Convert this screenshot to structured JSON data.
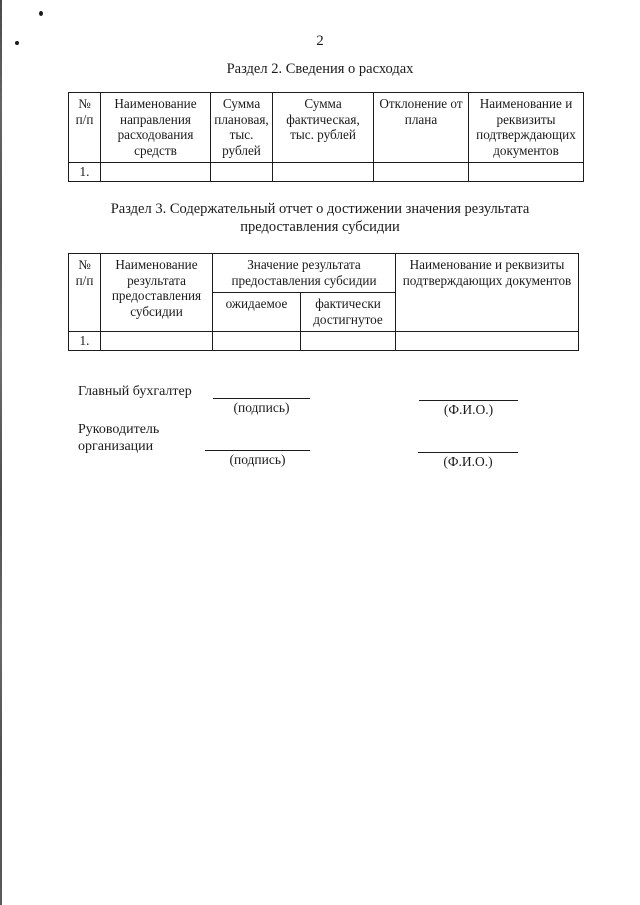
{
  "document": {
    "page_number": "2",
    "sections": {
      "section2_title": "Раздел 2. Сведения о расходах",
      "section3_title": "Раздел 3. Содержательный отчет о достижении значения результата предоставления субсидии"
    },
    "table_expenses": {
      "headers": {
        "col1": "№ п/п",
        "col1_line1": "№",
        "col1_line2": "п/п",
        "col2": "Наименование направления расходования средств",
        "col3": "Сумма плановая, тыс. рублей",
        "col4": "Сумма фактическая, тыс. рублей",
        "col5": "Отклонение от плана",
        "col6": "Наименование и реквизиты подтверждающих документов"
      },
      "rows": [
        {
          "num": "1.",
          "direction": "",
          "planned": "",
          "actual": "",
          "deviation": "",
          "documents": ""
        }
      ]
    },
    "table_results": {
      "headers": {
        "col1_line1": "№",
        "col1_line2": "п/п",
        "col2": "Наименование результата предоставления субсидии",
        "col3_group": "Значение результата предоставления субсидии",
        "col3_sub1": "ожидаемое",
        "col3_sub2": "фактически достигнутое",
        "col4": "Наименование и реквизиты подтверждающих документов"
      },
      "rows": [
        {
          "num": "1.",
          "result_name": "",
          "expected": "",
          "achieved": "",
          "documents": ""
        }
      ]
    },
    "signatures": {
      "accountant_label": "Главный бухгалтер",
      "director_label_line1": "Руководитель",
      "director_label_line2": "организации",
      "signature_caption": "(подпись)",
      "name_caption": "(Ф.И.О.)"
    }
  }
}
